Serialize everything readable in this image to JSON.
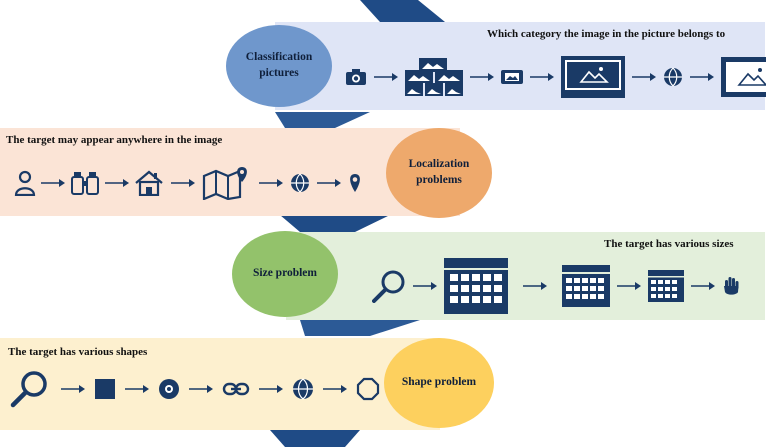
{
  "colors": {
    "navy": "#1a3a66",
    "band_top": "#dfe5f6",
    "band_loc": "#fbe4d6",
    "band_size": "#e3efdb",
    "band_shape": "#fdf0cf",
    "circle_class": "#6f97cc",
    "circle_loc": "#eea96c",
    "circle_size": "#93c26b",
    "circle_shape": "#fdd05e"
  },
  "sections": [
    {
      "id": "classification",
      "circle_label_1": "Classification",
      "circle_label_2": "pictures",
      "caption": "Which category the image in the picture belongs to",
      "icons": [
        "camera-icon",
        "image-stack-icon",
        "film-strip-icon",
        "large-image-frame-icon",
        "globe-icon",
        "framed-image-icon"
      ]
    },
    {
      "id": "localization",
      "circle_label_1": "Localization",
      "circle_label_2": "problems",
      "caption": "The target may appear anywhere in the image",
      "icons": [
        "person-icon",
        "binoculars-icon",
        "house-icon",
        "map-pin-icon",
        "globe-icon",
        "location-pin-icon"
      ]
    },
    {
      "id": "size",
      "circle_label_1": "Size problem",
      "caption": "The target has various sizes",
      "icons": [
        "magnifier-icon",
        "large-calendar-icon",
        "medium-calendar-icon",
        "small-calendar-icon",
        "hand-icon"
      ]
    },
    {
      "id": "shape",
      "circle_label_1": "Shape problem",
      "caption": "The target has various shapes",
      "icons": [
        "magnifier-icon",
        "square-icon",
        "disc-icon",
        "link-icon",
        "globe-icon",
        "octagon-icon"
      ]
    }
  ]
}
